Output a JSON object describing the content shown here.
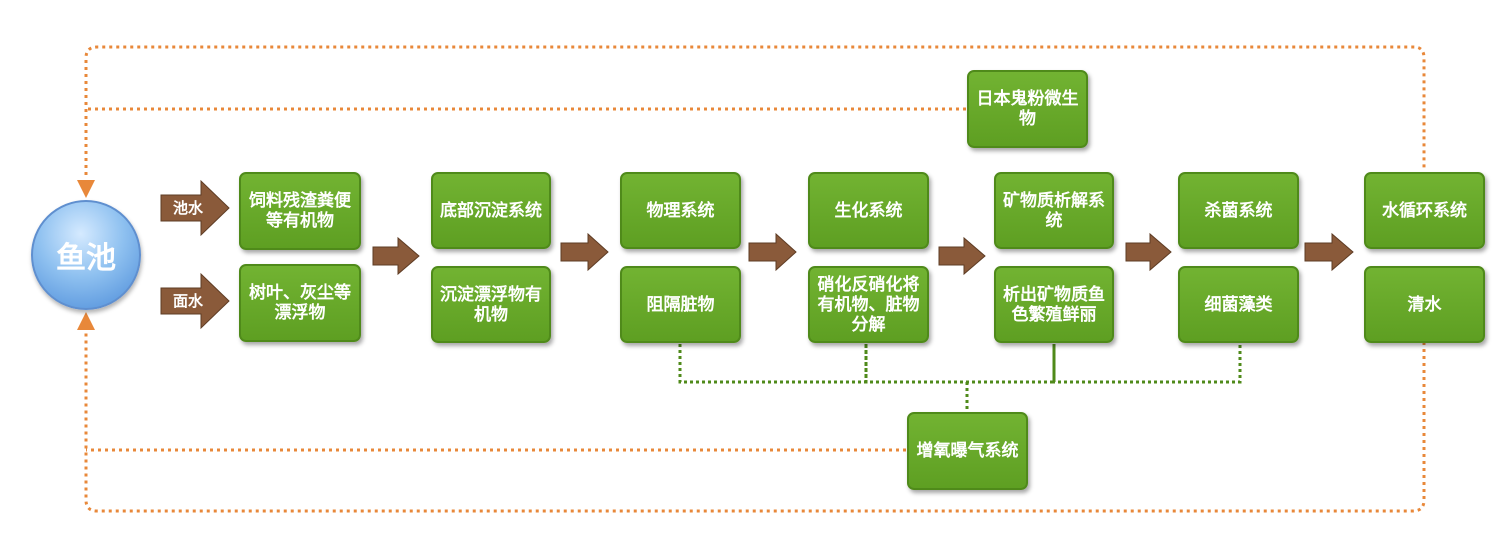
{
  "fish_pond": "鱼池",
  "inputs": {
    "pond_water": "池水",
    "surface_water": "面水"
  },
  "colors": {
    "box_fill": "#6aaa2a",
    "orange_loop": "#e8883a",
    "green_loop": "#4f8a1a",
    "arrow_fill": "#8a5a3a",
    "pond_fill": "#7ab4ec"
  },
  "boxes": {
    "feed_residue": "饲料残渣粪便等有机物",
    "leaves_dust": "树叶、灰尘等漂浮物",
    "sediment_system": "底部沉淀系统",
    "sediment_floating": "沉淀漂浮物有机物",
    "physical_system": "物理系统",
    "block_dirt": "阻隔脏物",
    "biochem_system": "生化系统",
    "nitrification": "硝化反硝化将有机物、脏物分解",
    "mineral_system": "矿物质析解系统",
    "mineral_release": "析出矿物质鱼色繁殖鲜丽",
    "sterilize_system": "杀菌系统",
    "bacteria_algae": "细菌藻类",
    "water_cycle": "水循环系统",
    "clean_water": "清水",
    "microbe": "日本鬼粉微生物",
    "aeration": "增氧曝气系统"
  }
}
